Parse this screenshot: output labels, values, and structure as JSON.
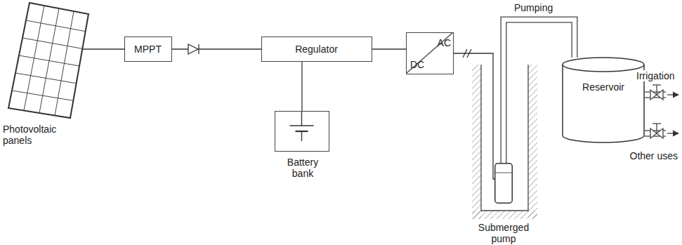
{
  "diagram": {
    "nodes": [
      {
        "text": [
          "Photovoltaic panels"
        ]
      },
      {
        "text": [
          "MPPT"
        ]
      },
      {
        "text": [
          "Regulator"
        ]
      },
      {
        "text": [
          "Battery bank"
        ]
      },
      {
        "text": [
          "DC",
          "AC"
        ]
      },
      {
        "text": [
          "Submerged pump"
        ]
      },
      {
        "text": [
          "Reservoir"
        ]
      }
    ],
    "edges": [
      {
        "from": 0,
        "to": 1,
        "arrow": "none"
      },
      {
        "from": 1,
        "to": 2,
        "arrow": "none"
      },
      {
        "from": 2,
        "to": 3,
        "arrow": "none"
      },
      {
        "from": 2,
        "to": 4,
        "arrow": "none"
      },
      {
        "from": 4,
        "to": 5,
        "arrow": "none"
      },
      {
        "from": 5,
        "to": 6,
        "label": "Pumping",
        "arrow": "none"
      }
    ],
    "labels": [
      "Irrigation",
      "Other uses"
    ]
  }
}
